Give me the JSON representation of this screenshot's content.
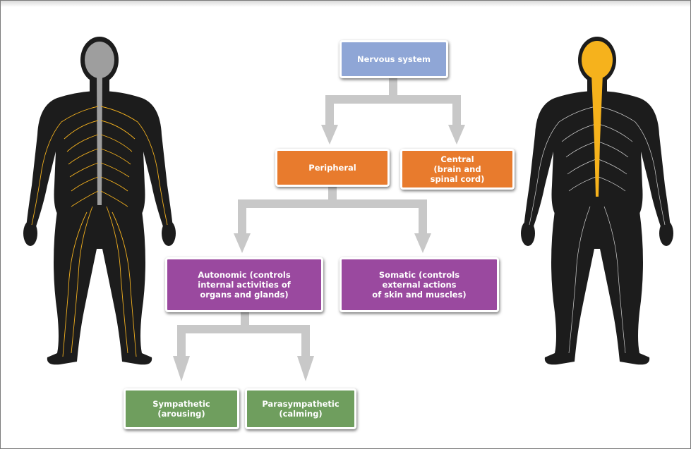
{
  "nodes": {
    "nervous_system": "Nervous system",
    "peripheral": "Peripheral",
    "central": "Central\n(brain and\nspinal cord)",
    "autonomic": "Autonomic (controls\ninternal activities of\norgans and glands)",
    "somatic": "Somatic (controls\nexternal actions\nof skin and muscles)",
    "sympathetic": "Sympathetic\n(arousing)",
    "parasympathetic": "Parasympathetic\n(calming)"
  },
  "colors": {
    "nervous_system": "#8fa6d6",
    "peripheral_central": "#e87b2d",
    "autonomic_somatic": "#9a499f",
    "sympathetic_parasympathetic": "#6f9e5e",
    "arrows": "#c8c8c8",
    "body_silhouette": "#1c1c1c",
    "peripheral_nerves": "#f2b01e",
    "central_highlight": "#f6b21c",
    "brain_cord_gray": "#9e9e9e",
    "white_nerves": "#d0d0d0"
  },
  "figures": [
    {
      "name": "body-peripheral-highlight-illustration",
      "highlight": "peripheral nerves"
    },
    {
      "name": "body-central-highlight-illustration",
      "highlight": "brain and spinal cord"
    }
  ],
  "edges": [
    [
      "nervous_system",
      "peripheral"
    ],
    [
      "nervous_system",
      "central"
    ],
    [
      "peripheral",
      "autonomic"
    ],
    [
      "peripheral",
      "somatic"
    ],
    [
      "autonomic",
      "sympathetic"
    ],
    [
      "autonomic",
      "parasympathetic"
    ]
  ]
}
